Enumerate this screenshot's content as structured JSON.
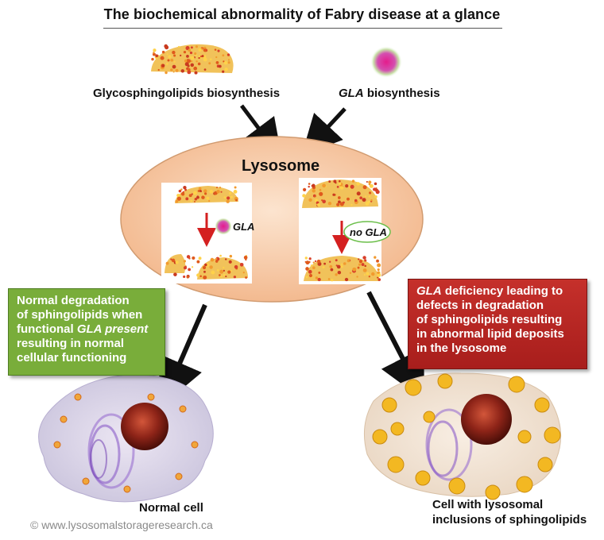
{
  "title": "The biochemical abnormality of Fabry disease at a glance",
  "top_labels": {
    "glyco": "Glycosphingolipids biosynthesis",
    "gla_prefix": "GLA",
    "gla_suffix": " biosynthesis"
  },
  "lysosome": {
    "label": "Lysosome",
    "left_panel_gla": "GLA",
    "right_panel_no_gla": "no GLA"
  },
  "green_box": {
    "line1": "Normal degradation",
    "line2": "of sphingolipids when",
    "line3_prefix": "functional ",
    "line3_italic": "GLA present",
    "line4": "resulting in normal",
    "line5": "cellular functioning"
  },
  "red_box": {
    "line1_italic": "GLA",
    "line1_rest": " deficiency leading to",
    "line2": "defects in degradation",
    "line3": "of sphingolipids resulting",
    "line4": "in abnormal lipid deposits",
    "line5": "in the lysosome"
  },
  "normal_cell_label": "Normal cell",
  "abnormal_cell_label": {
    "line1": "Cell with lysosomal",
    "line2": "inclusions of sphingolipids"
  },
  "footer": "© www.lysosomalstorageresearch.ca",
  "colors": {
    "lysosome_fill": "#f6c9a3",
    "green_box": "#79ad3a",
    "red_box": "#b3231f",
    "arrow_red": "#d42020",
    "gla_pink": "#e0208a"
  }
}
